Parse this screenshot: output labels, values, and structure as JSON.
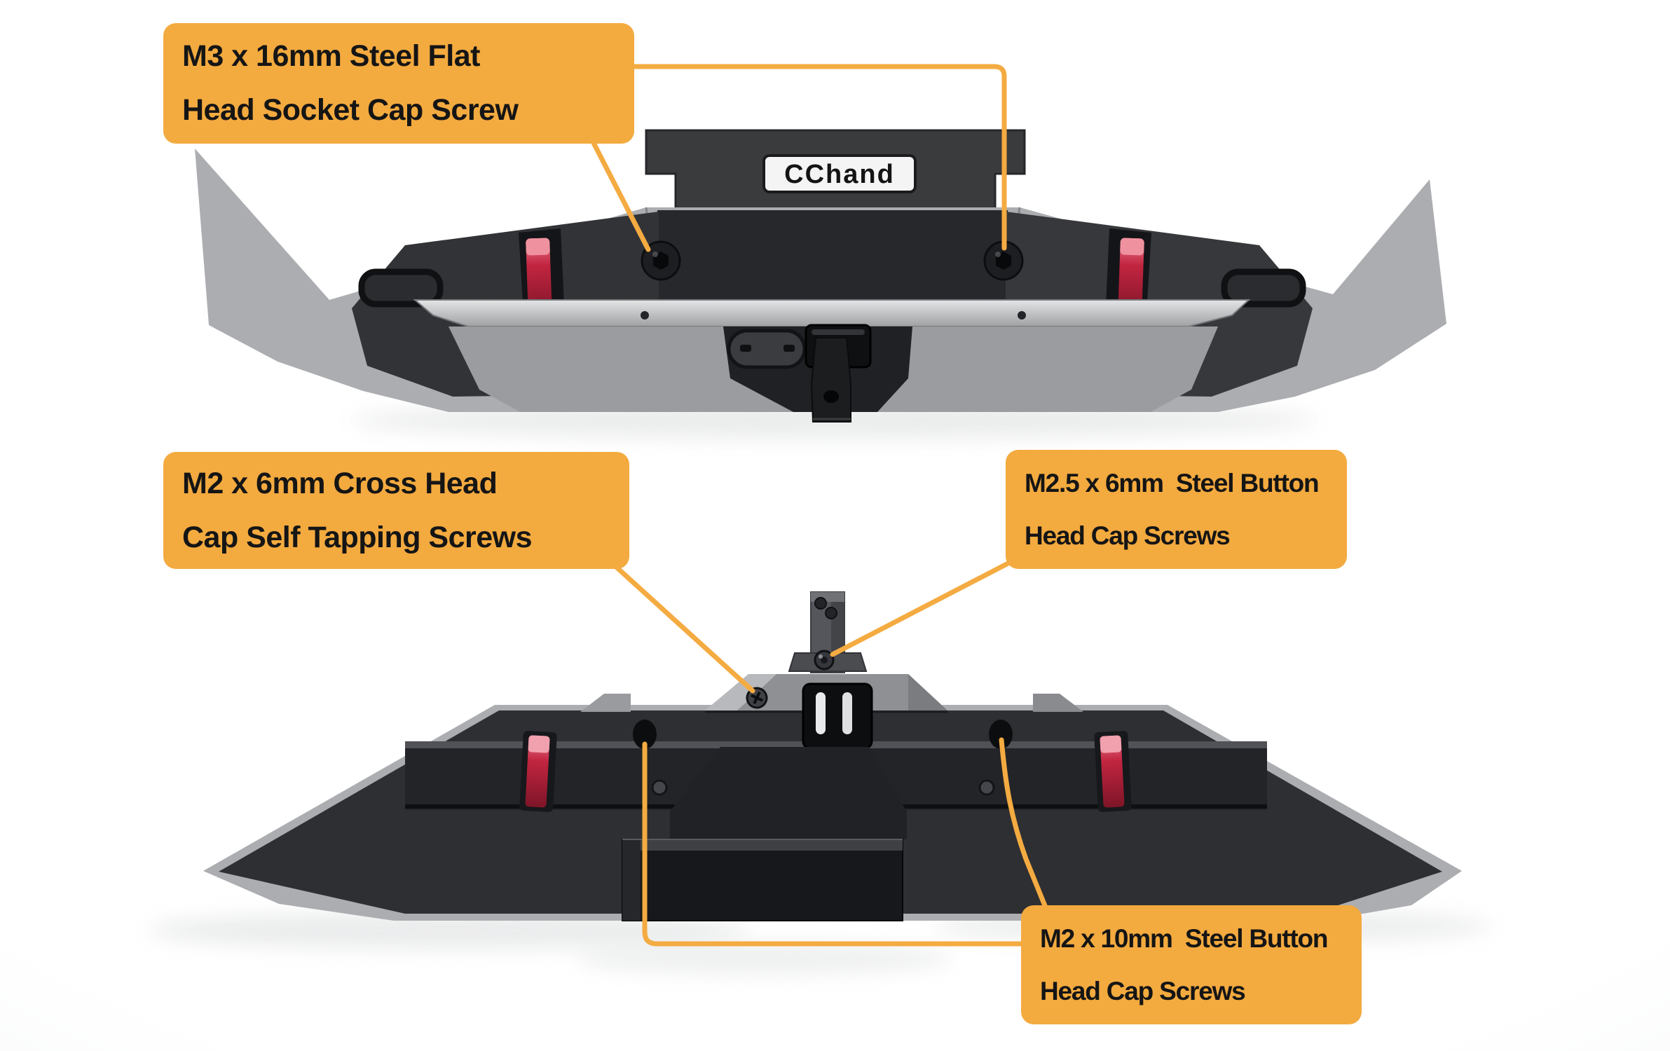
{
  "colors": {
    "callout_bg": "#F3AA3F",
    "leader": "#F4AB41",
    "label_text": "#151515",
    "red_light": "#B8213A",
    "body_dark": "#2E2F32",
    "body_gray": "#ABADB0",
    "silver": "#C9CACC",
    "background": "#F0F1F2"
  },
  "brand": {
    "logo_text": "CChand"
  },
  "callouts": [
    {
      "id": "m3x16",
      "lines": [
        "M3 x 16mm Steel Flat",
        "Head Socket Cap Screw"
      ]
    },
    {
      "id": "m2x6",
      "lines": [
        "M2 x 6mm Cross Head",
        "Cap Self Tapping Screws"
      ]
    },
    {
      "id": "m25x6",
      "lines": [
        "M2.5 x 6mm  Steel Button",
        "Head Cap Screws"
      ]
    },
    {
      "id": "m2x10",
      "lines": [
        "M2 x 10mm  Steel Button",
        "Head Cap Screws"
      ]
    }
  ],
  "views": [
    {
      "id": "rear-bumper-top-view"
    },
    {
      "id": "rear-bumper-bottom-view"
    }
  ]
}
